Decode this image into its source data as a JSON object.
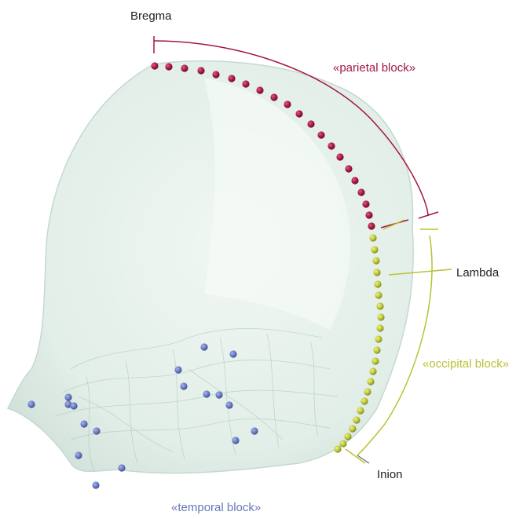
{
  "labels": {
    "bregma": "Bregma",
    "lambda": "Lambda",
    "inion": "Inion",
    "parietal_block": "«parietal block»",
    "occipital_block": "«occipital block»",
    "temporal_block": "«temporal block»"
  },
  "colors": {
    "parietal": "#a3173f",
    "occipital": "#b8c234",
    "temporal": "#6677bb",
    "label_text": "#222222",
    "skull_fill": "#e4efe9",
    "skull_edge": "#c6d8cf"
  },
  "icons": {
    "skull": "cranium-3d-render"
  }
}
